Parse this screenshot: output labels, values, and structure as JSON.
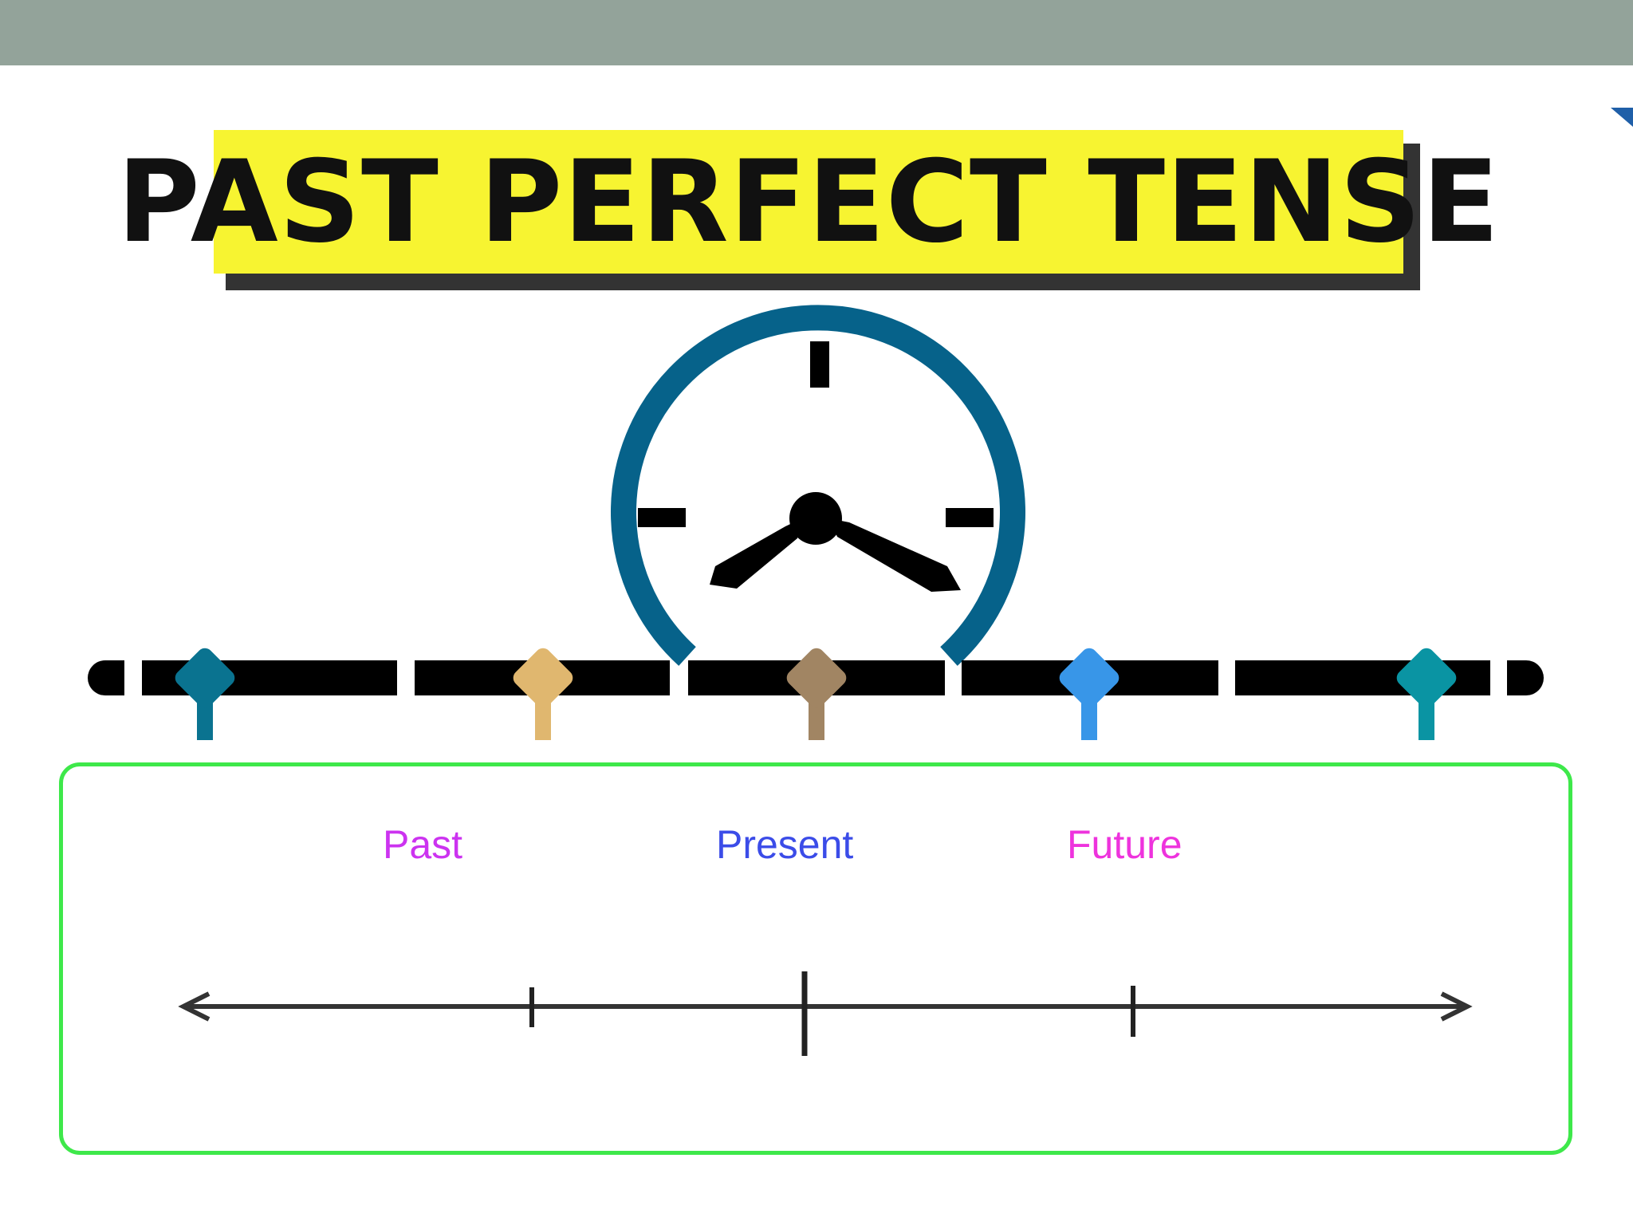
{
  "title": "PAST PERFECT TENSE",
  "colors": {
    "top_bar": "#93a39a",
    "title_background": "#f7f431",
    "title_shadow": "#333333",
    "clock_ring": "#06628a",
    "clock_hands": "#000000",
    "timeline_bar": "#000000",
    "box_border": "#3ee84a",
    "corner_mark": "#1f5fa8"
  },
  "markers": [
    {
      "name": "marker-1",
      "color": "#0a7390"
    },
    {
      "name": "marker-2",
      "color": "#e0b76f"
    },
    {
      "name": "marker-3",
      "color": "#a18563"
    },
    {
      "name": "marker-4",
      "color": "#3896e8"
    },
    {
      "name": "marker-5",
      "color": "#0a94a3"
    }
  ],
  "tense_labels": {
    "past": {
      "text": "Past",
      "color": "#cc33f0"
    },
    "present": {
      "text": "Present",
      "color": "#3b4ce8"
    },
    "future": {
      "text": "Future",
      "color": "#ee33dd"
    }
  },
  "icons": {
    "clock": "clock-icon",
    "arrow_left": "arrow-left-icon",
    "arrow_right": "arrow-right-icon"
  }
}
